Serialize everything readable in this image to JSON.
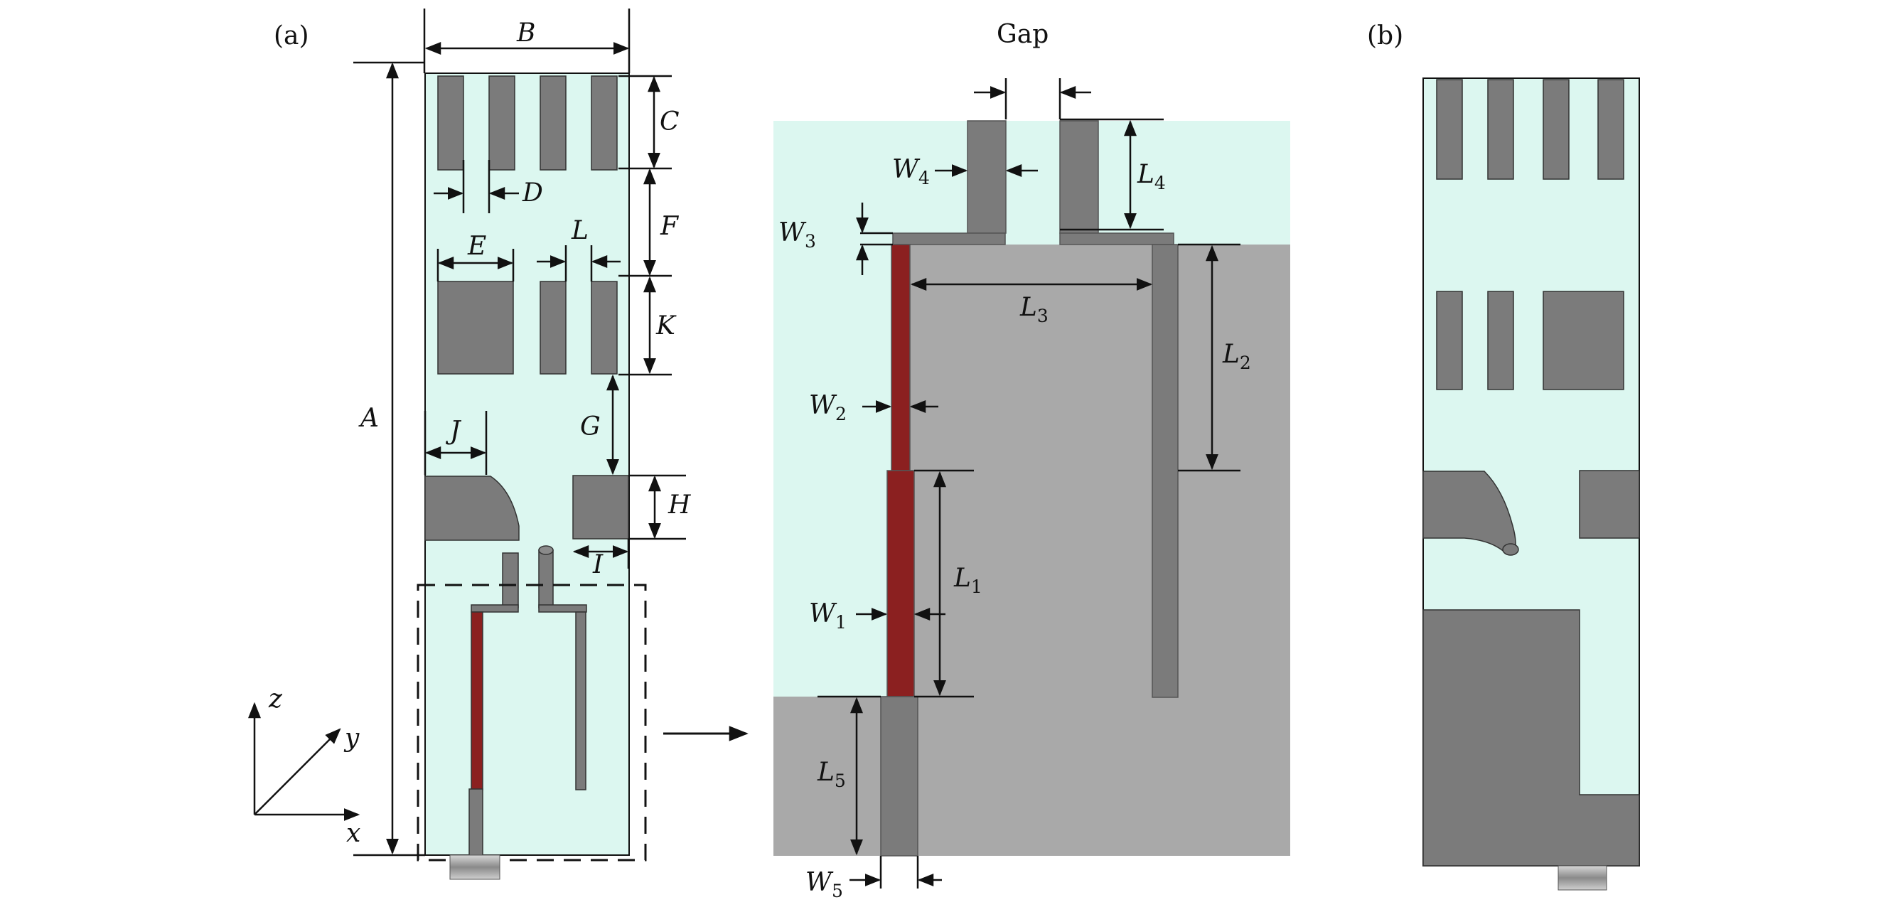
{
  "panels": {
    "a": "(a)",
    "b": "(b)"
  },
  "labels": {
    "A": "A",
    "B": "B",
    "C": "C",
    "D": "D",
    "E": "E",
    "F": "F",
    "G": "G",
    "H": "H",
    "I": "I",
    "J": "J",
    "K": "K",
    "L": "L",
    "gap": "Gap",
    "L_main": "L",
    "W_main": "W",
    "L1_sub": "1",
    "L2_sub": "2",
    "L3_sub": "3",
    "L4_sub": "4",
    "L5_sub": "5",
    "W1_sub": "1",
    "W2_sub": "2",
    "W3_sub": "3",
    "W4_sub": "4",
    "W5_sub": "5"
  },
  "axes": {
    "x": "x",
    "y": "y",
    "z": "z"
  },
  "colors": {
    "substrate": "#dcf7f0",
    "metal": "#7b7b7b",
    "ground_zoom": "#a9a9a9",
    "copper_feed": "#8b2020",
    "outline": "#111111"
  }
}
